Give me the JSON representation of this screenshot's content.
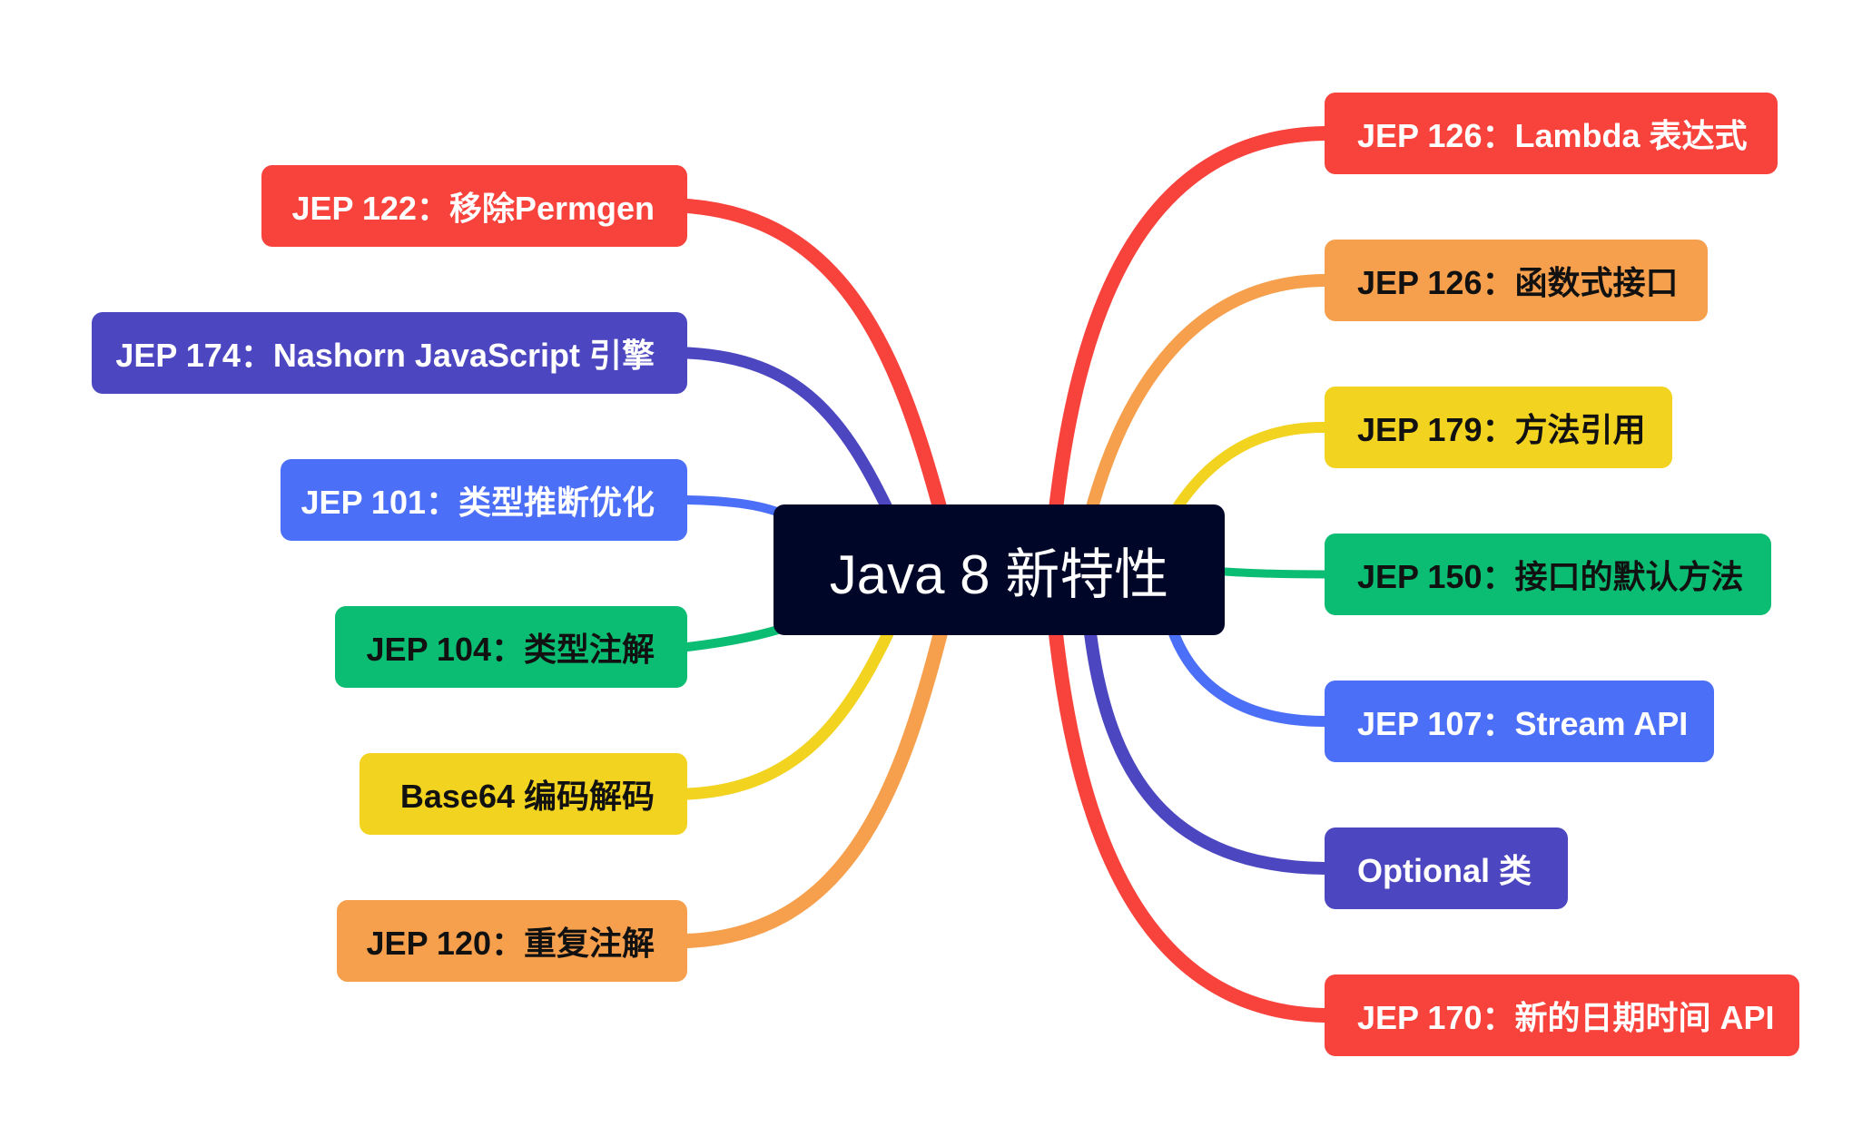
{
  "root": {
    "label": "Java 8 新特性",
    "bg": "#000628",
    "fg": "#ffffff"
  },
  "left_branches": [
    {
      "id": "jep122",
      "label": "JEP 122：移除Permgen",
      "color": "#f8423c",
      "text_color": "#ffffff"
    },
    {
      "id": "jep174",
      "label": "JEP 174：Nashorn JavaScript 引擎",
      "color": "#4c47c0",
      "text_color": "#ffffff"
    },
    {
      "id": "jep101",
      "label": "JEP 101：类型推断优化",
      "color": "#4c6ff7",
      "text_color": "#ffffff"
    },
    {
      "id": "jep104",
      "label": "JEP 104：类型注解",
      "color": "#0bbd73",
      "text_color": "#111111"
    },
    {
      "id": "base64",
      "label": "Base64 编码解码",
      "color": "#f2d31f",
      "text_color": "#111111"
    },
    {
      "id": "jep120",
      "label": "JEP 120：重复注解",
      "color": "#f6a04d",
      "text_color": "#111111"
    }
  ],
  "right_branches": [
    {
      "id": "jep126a",
      "label": "JEP 126：Lambda 表达式",
      "color": "#f8423c",
      "text_color": "#ffffff"
    },
    {
      "id": "jep126b",
      "label": "JEP 126：函数式接口",
      "color": "#f6a04d",
      "text_color": "#111111"
    },
    {
      "id": "jep179",
      "label": "JEP 179：方法引用",
      "color": "#f2d31f",
      "text_color": "#111111"
    },
    {
      "id": "jep150",
      "label": "JEP 150：接口的默认方法",
      "color": "#0bbd73",
      "text_color": "#111111"
    },
    {
      "id": "jep107",
      "label": "JEP 107：Stream API",
      "color": "#4c6ff7",
      "text_color": "#ffffff"
    },
    {
      "id": "optional",
      "label": "Optional 类",
      "color": "#4c47c0",
      "text_color": "#ffffff"
    },
    {
      "id": "jep170",
      "label": "JEP 170：新的日期时间 API",
      "color": "#f8423c",
      "text_color": "#ffffff"
    }
  ]
}
